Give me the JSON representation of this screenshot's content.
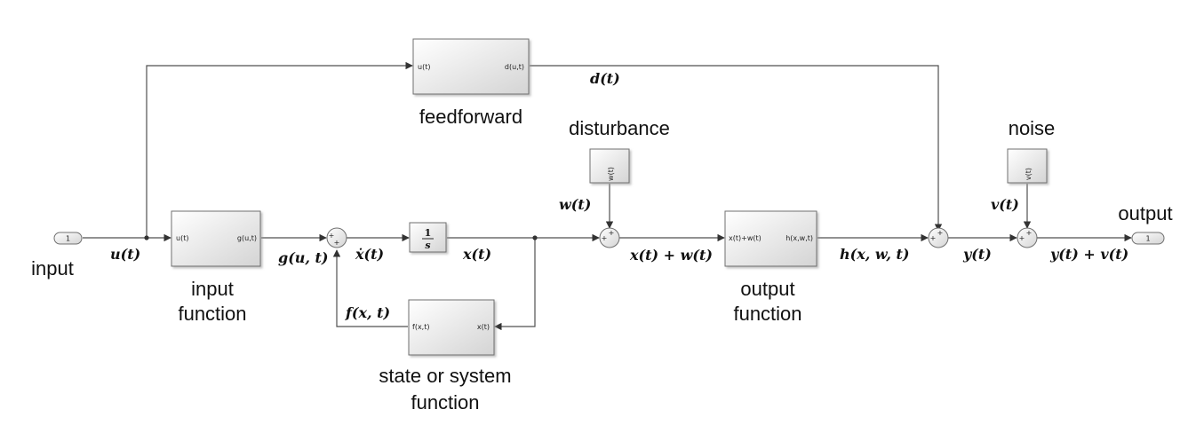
{
  "blocks": {
    "feedforward": {
      "label": "feedforward",
      "port_in": "u(t)",
      "port_out": "d(u,t)"
    },
    "input_function": {
      "label_line1": "input",
      "label_line2": "function",
      "port_in": "u(t)",
      "port_out": "g(u,t)"
    },
    "integrator": {
      "numerator": "1",
      "denominator": "s"
    },
    "state_function": {
      "label_line1": "state or system",
      "label_line2": "function",
      "port_in": "f(x,t)",
      "port_out": "x(t)"
    },
    "output_function": {
      "label_line1": "output",
      "label_line2": "function",
      "port_in": "x(t)+w(t)",
      "port_out": "h(x,w,t)"
    },
    "disturbance": {
      "label": "disturbance",
      "port": "w(t)"
    },
    "noise": {
      "label": "noise",
      "port": "v(t)"
    },
    "inport": {
      "label": "input",
      "number": "1"
    },
    "outport": {
      "label": "output",
      "number": "1"
    }
  },
  "signals": {
    "u": "u(t)",
    "g": "g(u, t)",
    "xdot": "ẋ(t)",
    "x": "x(t)",
    "f": "f(x, t)",
    "w": "w(t)",
    "x_plus_w": "x(t) + w(t)",
    "h": "h(x, w, t)",
    "d": "d(t)",
    "y": "y(t)",
    "v": "v(t)",
    "y_plus_v": "y(t) + v(t)"
  },
  "sum_signs": {
    "plus": "+"
  }
}
